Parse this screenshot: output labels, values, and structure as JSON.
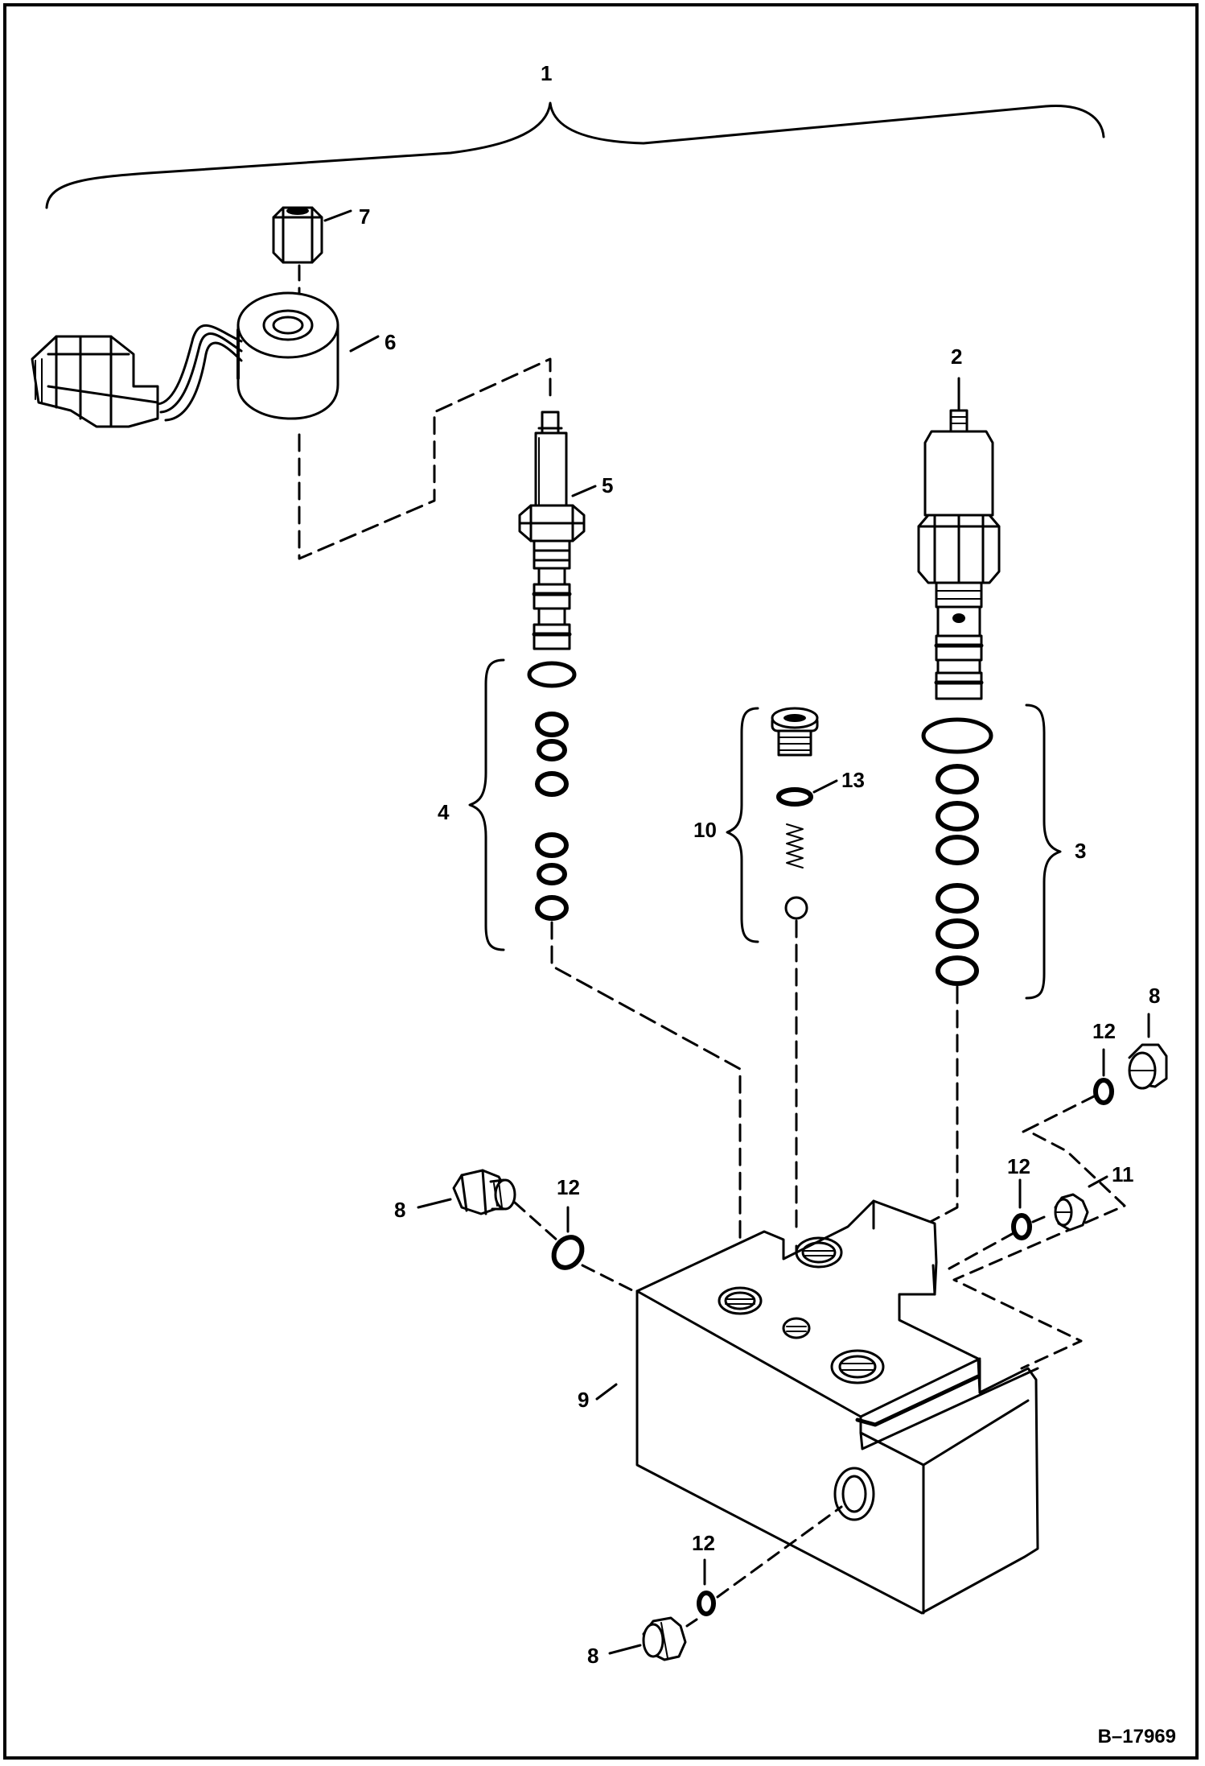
{
  "diagram": {
    "document_id": "B–17969",
    "callouts": [
      "1",
      "2",
      "3",
      "4",
      "5",
      "6",
      "7",
      "8",
      "9",
      "10",
      "11",
      "12",
      "13"
    ]
  }
}
